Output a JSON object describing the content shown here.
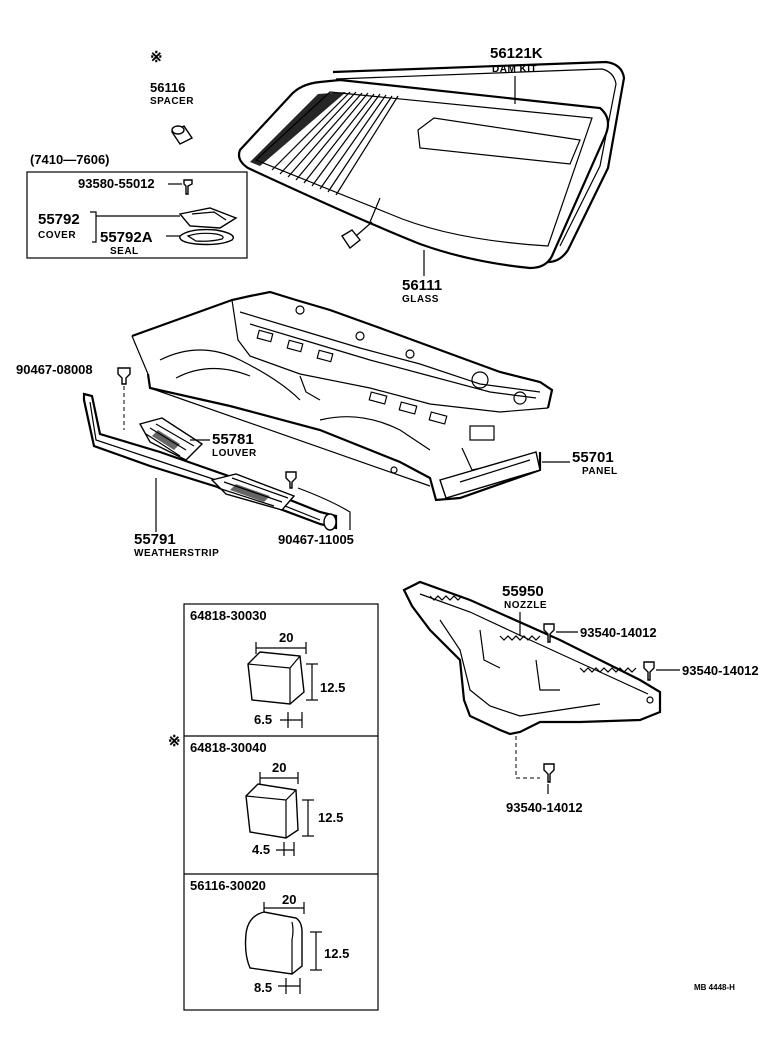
{
  "symbols": {
    "asterisk": "※"
  },
  "parts": {
    "dam_kit": {
      "number": "56121K",
      "name": "DAM KIT"
    },
    "spacer": {
      "number": "56116",
      "name": "SPACER"
    },
    "date_range": "(7410—7606)",
    "screw_93580": "93580-55012",
    "cover": {
      "number": "55792",
      "name": "COVER"
    },
    "seal": {
      "number": "55792A",
      "name": "SEAL"
    },
    "glass": {
      "number": "56111",
      "name": "GLASS"
    },
    "clip_08008": "90467-08008",
    "louver": {
      "number": "55781",
      "name": "LOUVER"
    },
    "panel": {
      "number": "55701",
      "name": "PANEL"
    },
    "weatherstrip": {
      "number": "55791",
      "name": "WEATHERSTRIP"
    },
    "clip_11005": "90467-11005",
    "nozzle": {
      "number": "55950",
      "name": "NOZZLE"
    },
    "screw_a": "93540-14012",
    "screw_b": "93540-14012",
    "screw_c": "93540-14012"
  },
  "spacer_variants": [
    {
      "part": "64818-30030",
      "width": "20",
      "height": "12.5",
      "depth": "6.5"
    },
    {
      "part": "64818-30040",
      "width": "20",
      "height": "12.5",
      "depth": "4.5"
    },
    {
      "part": "56116-30020",
      "width": "20",
      "height": "12.5",
      "depth": "8.5"
    }
  ],
  "diagram_code": "MB 4448-H"
}
